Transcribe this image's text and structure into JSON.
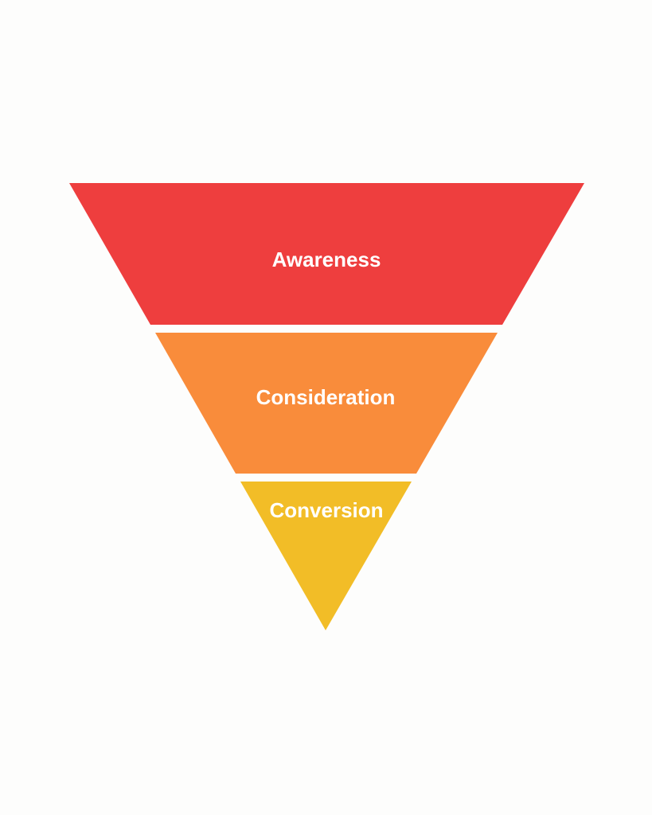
{
  "diagram": {
    "type": "marketing-funnel",
    "background_color": "#FDFDFC",
    "label_color": "#FFFFFF",
    "stages": [
      {
        "label": "Awareness",
        "color": "#EE3E3E"
      },
      {
        "label": "Consideration",
        "color": "#F98C3B"
      },
      {
        "label": "Conversion",
        "color": "#F2BD27"
      }
    ]
  }
}
